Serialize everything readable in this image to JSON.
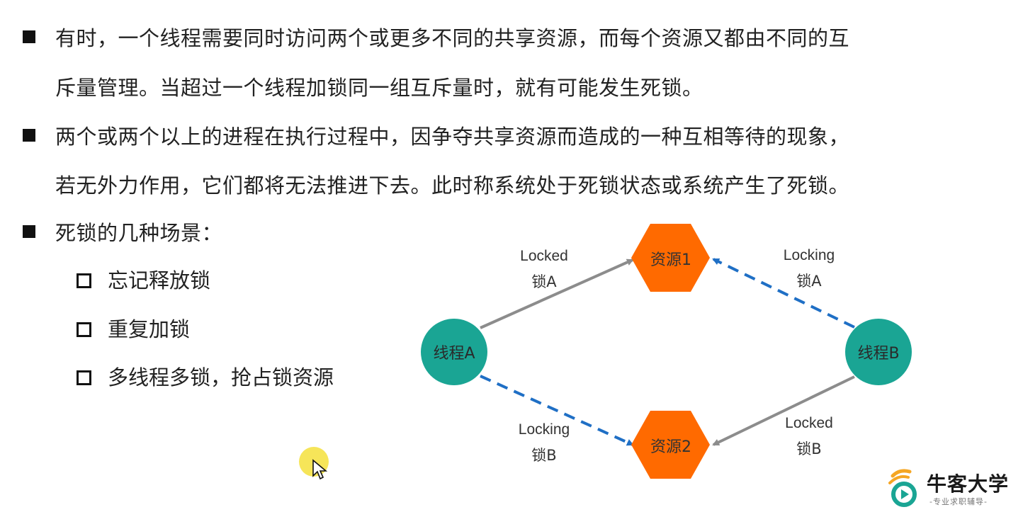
{
  "bullets": [
    {
      "lines": [
        "有时，一个线程需要同时访问两个或更多不同的共享资源，而每个资源又都由不同的互",
        "斥量管理。当超过一个线程加锁同一组互斥量时，就有可能发生死锁。"
      ]
    },
    {
      "lines": [
        "两个或两个以上的进程在执行过程中，因争夺共享资源而造成的一种互相等待的现象，",
        "若无外力作用，它们都将无法推进下去。此时称系统处于死锁状态或系统产生了死锁。"
      ]
    },
    {
      "lines": [
        "死锁的几种场景："
      ]
    }
  ],
  "scenarios": [
    "忘记释放锁",
    "重复加锁",
    "多线程多锁，抢占锁资源"
  ],
  "diagram": {
    "threads": {
      "a": "线程A",
      "b": "线程B"
    },
    "resources": {
      "r1": "资源1",
      "r2": "资源2"
    },
    "edges": {
      "a_r1": {
        "line1": "Locked",
        "line2": "锁A"
      },
      "b_r1": {
        "line1": "Locking",
        "line2": "锁A"
      },
      "a_r2": {
        "line1": "Locking",
        "line2": "锁B"
      },
      "b_r2": {
        "line1": "Locked",
        "line2": "锁B"
      }
    },
    "colors": {
      "thread": "#1aa594",
      "resource": "#ff6a00",
      "locked_edge": "#8c8c8c",
      "locking_edge": "#1f6fc5"
    }
  },
  "logo": {
    "title": "牛客大学",
    "subtitle": "-专业求职辅导-"
  }
}
